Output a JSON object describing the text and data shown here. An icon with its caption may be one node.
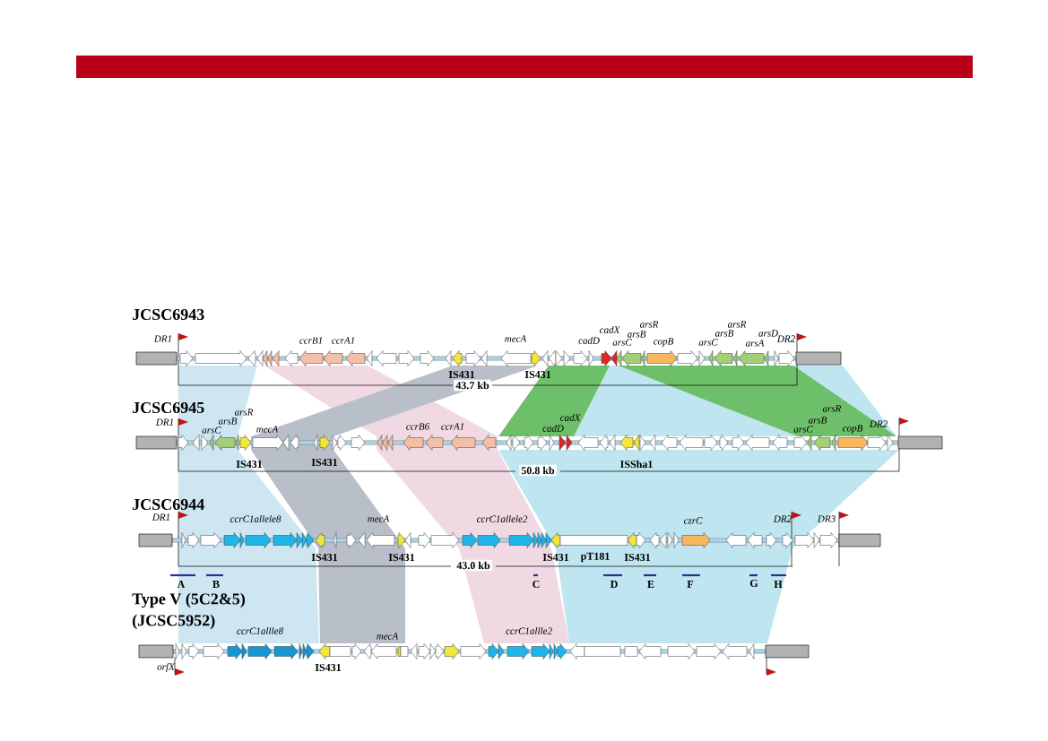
{
  "diagram": {
    "labels": [
      "JCSC6943",
      "DR1",
      "ccrB1",
      "ccrA1",
      "mecA",
      "cadX",
      "arsR",
      "arsB",
      "cadD",
      "arsC",
      "copB",
      "arsR",
      "arsB",
      "arsC",
      "arsD",
      "arsA",
      "DR2",
      "IS431",
      "IS431",
      "43.7 kb",
      "JCSC6945",
      "DR1",
      "arsR",
      "arsB",
      "arsC",
      "mecA",
      "ccrB6",
      "ccrA1",
      "cadX",
      "cadD",
      "arsR",
      "arsB",
      "arsC",
      "copB",
      "DR2",
      "IS431",
      "IS431",
      "ISSha1",
      "50.8 kb",
      "JCSC6944",
      "DR1",
      "ccrC1allele8",
      "mecA",
      "ccrC1allele2",
      "czrC",
      "DR2",
      "DR3",
      "IS431",
      "IS431",
      "IS431",
      "pT181",
      "IS431",
      "43.0 kb",
      "A",
      "B",
      "C",
      "D",
      "E",
      "F",
      "G",
      "H",
      "Type V (5C2&5)",
      "(JCSC5952)",
      "ccrC1allle8",
      "mecA",
      "ccrC1allle2",
      "orfX",
      "IS431"
    ]
  }
}
